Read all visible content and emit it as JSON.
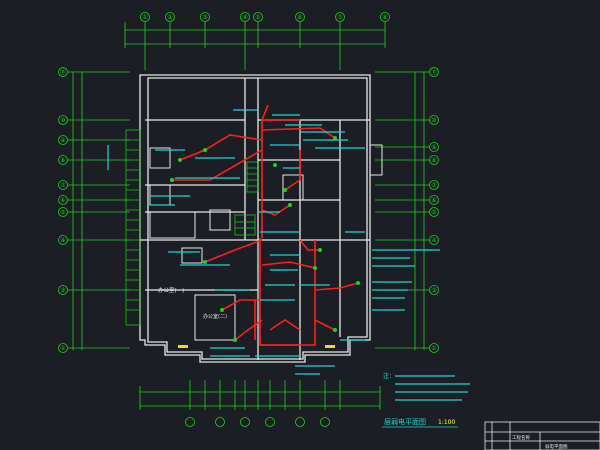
{
  "colors": {
    "background": "#1b1e24",
    "wall": "#e8e8e8",
    "grid_axis": "#1fd21f",
    "cable": "#ff1f1f",
    "annotation": "#22d3d3",
    "title_text": "#ffff33"
  },
  "axes_top": [
    "①",
    "②",
    "③",
    "④",
    "⑤",
    "⑥",
    "⑦",
    "⑧"
  ],
  "axes_left": [
    "⑪",
    "⑩",
    "⑨",
    "⑧",
    "⑦",
    "⑥",
    "⑤",
    "④",
    "③",
    "①"
  ],
  "axes_right": [
    "⑪",
    "⑩",
    "⑨",
    "⑧",
    "⑦",
    "⑥",
    "⑤",
    "④",
    "③",
    "①"
  ],
  "rooms": {
    "office_large": "办公室(一)",
    "office_small": "办公室(二)"
  },
  "drawing": {
    "title": "层弱电平面图",
    "scale": "1:100"
  },
  "notes": {
    "heading": "注："
  },
  "title_block": {
    "label_a": "工程名称",
    "label_b": "弱电平面图"
  }
}
